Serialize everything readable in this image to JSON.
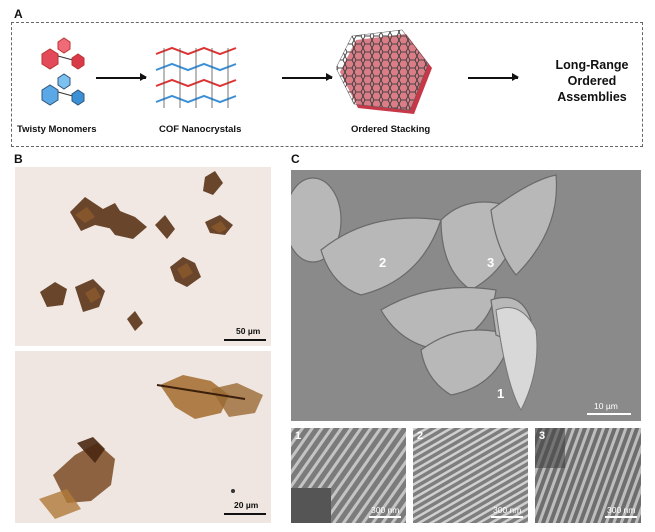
{
  "panel_a": {
    "letter": "A",
    "steps": [
      "Twisty Monomers",
      "COF Nanocrystals",
      "Ordered Stacking"
    ],
    "final_lines": [
      "Long-Range",
      "Ordered",
      "Assemblies"
    ]
  },
  "panel_b": {
    "letter": "B",
    "top_scale": "50 µm",
    "bottom_scale": "20 µm"
  },
  "panel_c": {
    "letter": "C",
    "labels": [
      "1",
      "2",
      "3"
    ],
    "main_scale": "10 µm",
    "insets": [
      {
        "num": "1",
        "scale": "300 nm"
      },
      {
        "num": "2",
        "scale": "300 nm"
      },
      {
        "num": "3",
        "scale": "300 nm"
      }
    ]
  }
}
